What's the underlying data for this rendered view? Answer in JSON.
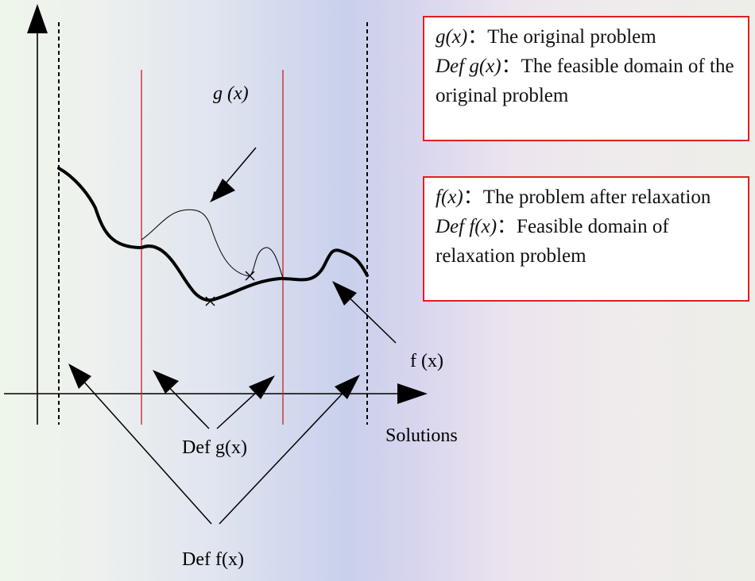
{
  "labels": {
    "g_curve": "g (x)",
    "f_curve": "f (x)",
    "x_axis": "Solutions",
    "def_g": "Def g(x)",
    "def_f": "Def f(x)"
  },
  "legend_g": {
    "line1_term": "g(x)",
    "line1_text": "：The original problem",
    "line2_term": "Def g(x)",
    "line2_text": "：The feasible domain of the original problem"
  },
  "legend_f": {
    "line1_term": "f(x)",
    "line1_text": "：The problem after relaxation",
    "line2_term": "Def f(x)",
    "line2_text": "：Feasible domain of relaxation problem"
  },
  "colors": {
    "boundary_red": "#d42a2a",
    "legend_border": "#e02020",
    "ink": "#000000"
  }
}
